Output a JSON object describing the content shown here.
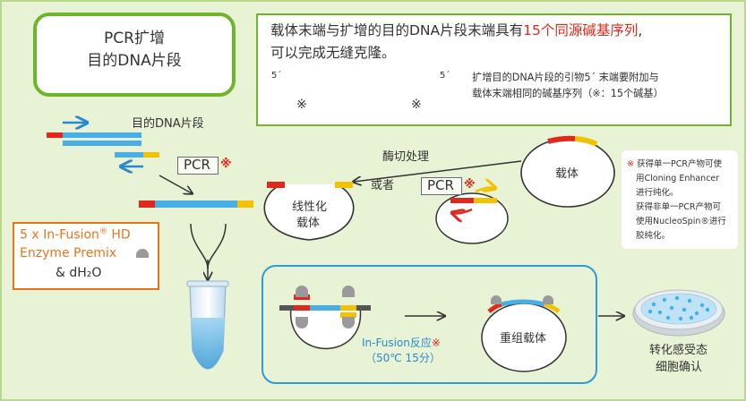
{
  "title_box": {
    "line1": "PCR扩增",
    "line2": "目的DNA片段"
  },
  "headline": {
    "part1": "载体末端与扩增的目的DNA片段末端具有",
    "highlight": "15个同源碱基序列",
    "part2": ",",
    "line2": "可以完成无缝克隆。"
  },
  "primer_note": {
    "line1": "扩增目的DNA片段的引物5´ 末端要附加与",
    "line2": "载体末端相同的碱基序列（※：15个碱基）"
  },
  "primer_diagram": {
    "five_prime_left": "5´",
    "five_prime_right": "5´",
    "mark_left": "※",
    "mark_right": "※"
  },
  "target_label": "目的DNA片段",
  "pcr": {
    "label": "PCR",
    "mark": "※"
  },
  "digest_label": "酶切处理",
  "or_label": "或者",
  "vector_label": "载体",
  "linear_vector": {
    "line1": "线性化",
    "line2": "载体"
  },
  "side_note": {
    "mark": "※",
    "lines": [
      "获得单一PCR产物可使",
      "用Cloning Enhancer",
      "进行纯化。",
      "获得非单一PCR产物可",
      "使用NucleoSpin®进行",
      "胶纯化。"
    ]
  },
  "reagent": {
    "line1": "5 x In-Fusion",
    "reg": "®",
    "line1b": " HD",
    "line2": "Enzyme Premix",
    "line3": "& dH₂O"
  },
  "reaction": {
    "line1": "In-Fusion反应",
    "mark": "※",
    "line2": "（50℃ 15分）"
  },
  "recombinant_label": "重组载体",
  "transform_label": {
    "line1": "转化感受态",
    "line2": "细胞确认"
  },
  "colors": {
    "background": "#e8f2d4",
    "green_border": "#6fb52c",
    "blue_segment": "#4aaee6",
    "red_segment": "#e2281c",
    "yellow_segment": "#f2c200",
    "accent_orange": "#e8741a",
    "reaction_border": "#2e9ad6"
  }
}
